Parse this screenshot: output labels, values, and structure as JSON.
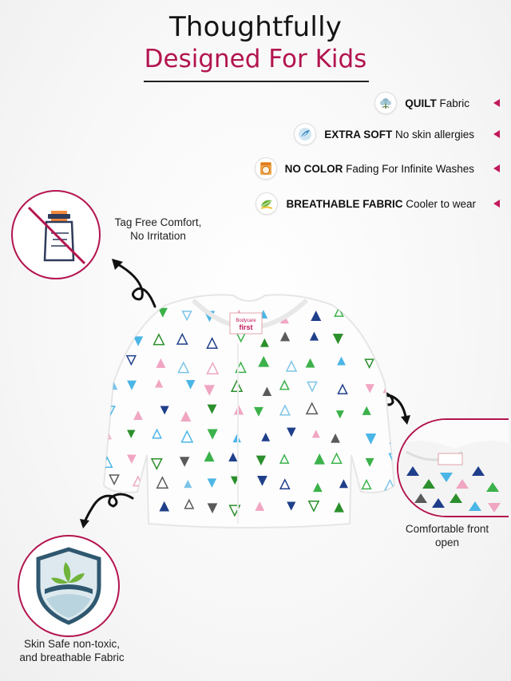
{
  "heading": {
    "line1": "Thoughtfully",
    "line2": "Designed For Kids"
  },
  "colors": {
    "accent": "#b3144f",
    "text": "#141414"
  },
  "features": [
    {
      "icon": "cotton-flower-icon",
      "bold": "QUILT",
      "text": " Fabric"
    },
    {
      "icon": "feather-soft-icon",
      "bold": "EXTRA SOFT",
      "text": " No skin allergies"
    },
    {
      "icon": "washing-machine-icon",
      "bold": "NO COLOR",
      "text": " Fading For Infinite Washes"
    },
    {
      "icon": "leaf-breathable-icon",
      "bold": "BREATHABLE FABRIC",
      "text": " Cooler to wear"
    }
  ],
  "callouts": {
    "tag_free": "Tag Free Comfort,\nNo Irritation",
    "front_open": "Comfortable front\nopen",
    "skin_safe": "Skin Safe non-toxic,\nand breathable Fabric"
  },
  "product": {
    "brand_label": "Bodycare",
    "brand_sub": "first"
  }
}
